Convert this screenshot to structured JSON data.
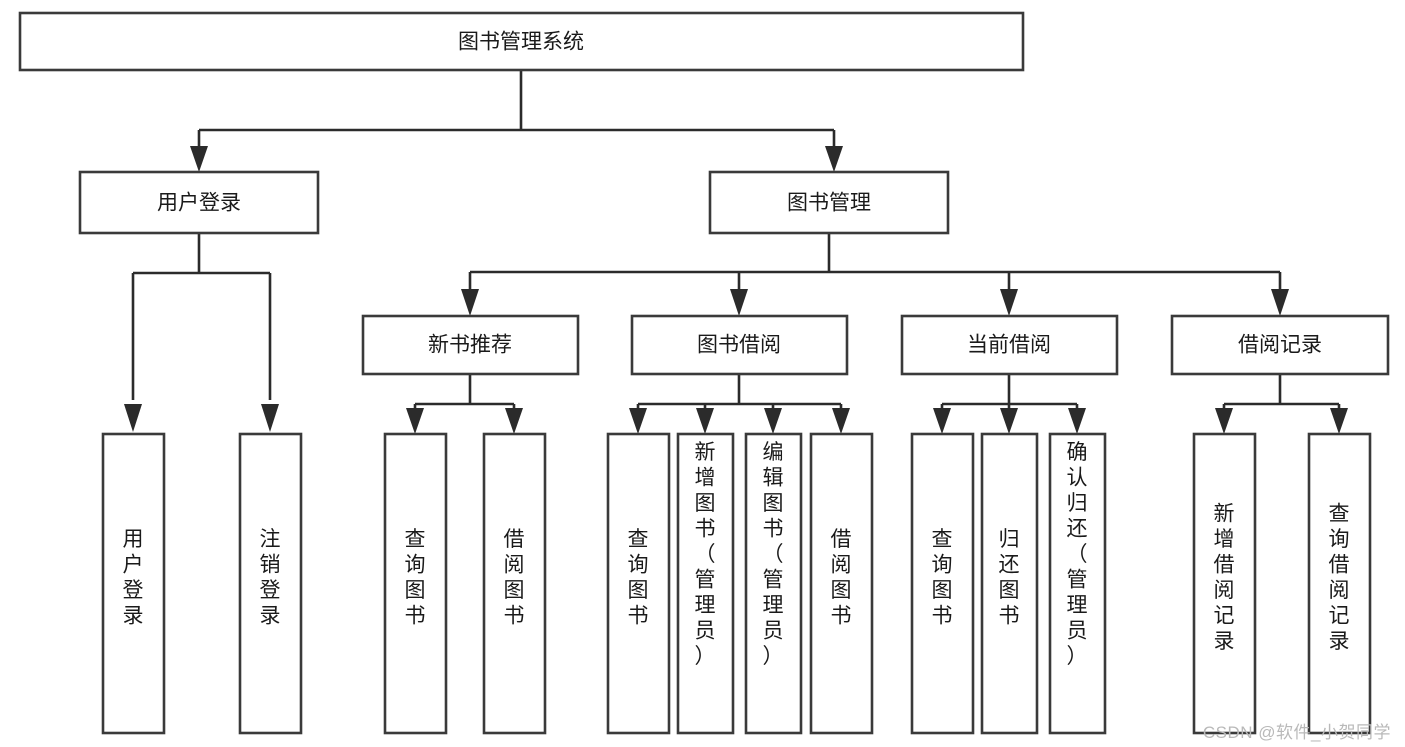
{
  "diagram": {
    "title": "图书管理系统",
    "type": "tree-hierarchy-chart",
    "watermark": "CSDN @软件_小贺同学",
    "root": {
      "id": "root",
      "label": "图书管理系统"
    },
    "level2": [
      {
        "id": "user-login",
        "label": "用户登录"
      },
      {
        "id": "book-manage",
        "label": "图书管理"
      }
    ],
    "level3": [
      {
        "id": "new-book-recommend",
        "label": "新书推荐",
        "parent": "book-manage"
      },
      {
        "id": "book-borrow",
        "label": "图书借阅",
        "parent": "book-manage"
      },
      {
        "id": "current-borrow",
        "label": "当前借阅",
        "parent": "book-manage"
      },
      {
        "id": "borrow-record",
        "label": "借阅记录",
        "parent": "book-manage"
      }
    ],
    "leaves": {
      "user-login": [
        {
          "id": "leaf-user-login",
          "label": "用户登录"
        },
        {
          "id": "leaf-logout-login",
          "label": "注销登录"
        }
      ],
      "new-book-recommend": [
        {
          "id": "leaf-query-book-1",
          "label": "查询图书"
        },
        {
          "id": "leaf-borrow-book-1",
          "label": "借阅图书"
        }
      ],
      "book-borrow": [
        {
          "id": "leaf-query-book-2",
          "label": "查询图书"
        },
        {
          "id": "leaf-add-book",
          "label": "新增图书（管理员）"
        },
        {
          "id": "leaf-edit-book",
          "label": "编辑图书（管理员）"
        },
        {
          "id": "leaf-borrow-book-2",
          "label": "借阅图书"
        }
      ],
      "current-borrow": [
        {
          "id": "leaf-query-book-3",
          "label": "查询图书"
        },
        {
          "id": "leaf-return-book",
          "label": "归还图书"
        },
        {
          "id": "leaf-confirm-return",
          "label": "确认归还（管理员）"
        }
      ],
      "borrow-record": [
        {
          "id": "leaf-add-record",
          "label": "新增借阅记录"
        },
        {
          "id": "leaf-query-record",
          "label": "查询借阅记录"
        }
      ]
    },
    "colors": {
      "box_fill": "#ffffff",
      "box_stroke": "#3a3a3a",
      "connector": "#2b2b2b",
      "text": "#1a1a1a",
      "watermark": "#b9b9b9",
      "background": "#ffffff"
    }
  }
}
